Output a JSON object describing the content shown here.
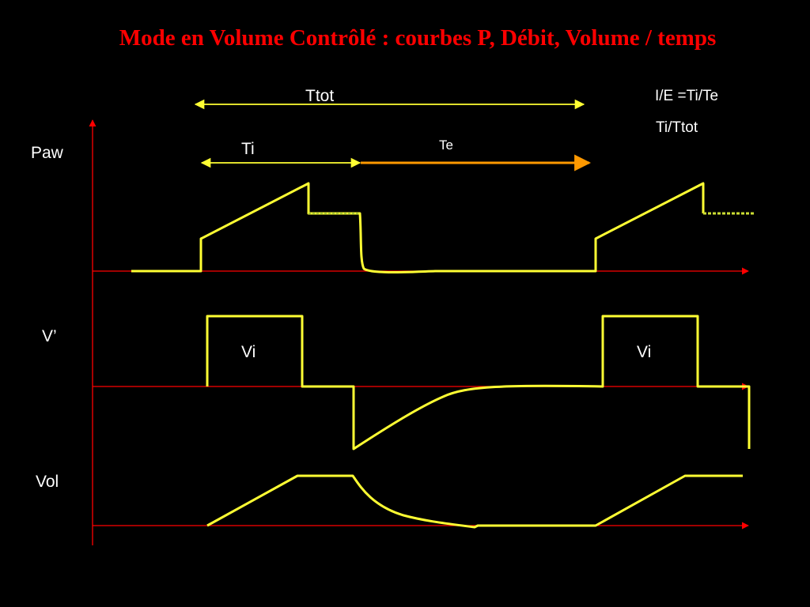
{
  "title": "Mode en Volume Contrôlé : courbes P, Débit, Volume / temps",
  "colors": {
    "background": "#000000",
    "title": "#ff0000",
    "axes": "#ff0000",
    "curves": "#ffff33",
    "te_arrow": "#ff9900",
    "text": "#ffffff"
  },
  "timing": {
    "ttot_label": "Ttot",
    "ti_label": "Ti",
    "te_label": "Te"
  },
  "formulas": {
    "ie_ratio": "I/E =Ti/Te",
    "ti_ttot": "Ti/Ttot"
  },
  "curves": {
    "pressure_label": "Paw",
    "flow_label": "V’",
    "volume_label": "Vol",
    "flow_annotation_1": "Vi",
    "flow_annotation_2": "Vi"
  }
}
